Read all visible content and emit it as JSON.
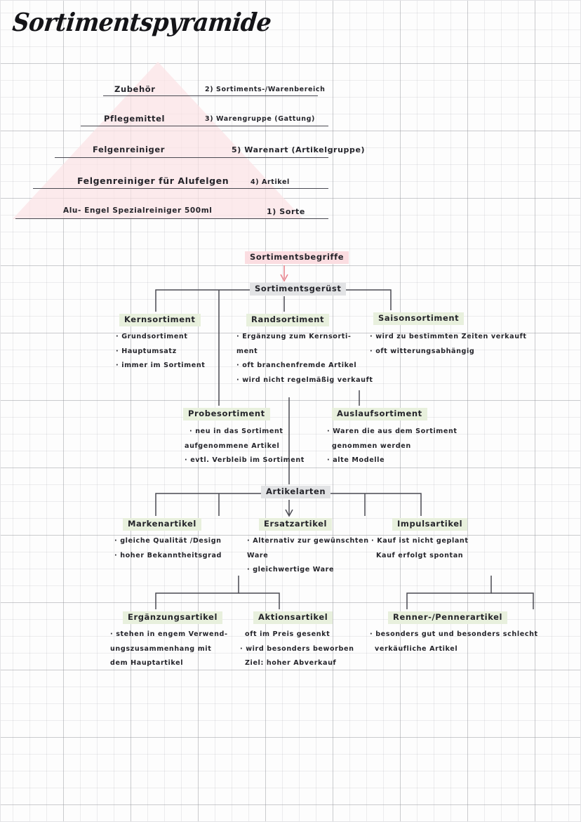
{
  "page": {
    "title": "Sortimentspyramide",
    "accent_pink": "#fbdde1",
    "accent_green": "#e8f0dd",
    "accent_gray": "#e2e3e5",
    "ink": "#24242a"
  },
  "pyramid": {
    "levels": [
      {
        "example": "Zubehör",
        "label": "2) Sortiments-/Warenbereich"
      },
      {
        "example": "Pflegemittel",
        "label": "3) Warengruppe  (Gattung)"
      },
      {
        "example": "Felgenreiniger",
        "label": "5)  Warenart (Artikelgruppe)"
      },
      {
        "example": "Felgenreiniger  für   Alufelgen",
        "label": "4) Artikel"
      },
      {
        "example": "Alu- Engel   Spezialreiniger    500ml",
        "label": "1) Sorte"
      }
    ]
  },
  "flow": {
    "root": "Sortimentsbegriffe",
    "level1": "Sortimentsgerüst",
    "artikelarten": "Artikelarten",
    "nodes": [
      {
        "title": "Kernsortiment",
        "bullets": [
          {
            "text": "Grundsortiment",
            "dot": true
          },
          {
            "text": "Hauptumsatz",
            "dot": true
          },
          {
            "text": "immer  im  Sortiment",
            "dot": true
          }
        ]
      },
      {
        "title": "Randsortiment",
        "bullets": [
          {
            "text": "Ergänzung   zum  Kernsorti-",
            "dot": true
          },
          {
            "text": "ment",
            "dot": false
          },
          {
            "text": "oft  branchenfremde  Artikel",
            "dot": true
          },
          {
            "text": "wird nicht regelmäßig verkauft",
            "dot": true
          }
        ]
      },
      {
        "title": "Saisonsortiment",
        "bullets": [
          {
            "text": "wird  zu  bestimmten  Zeiten     verkauft",
            "dot": true
          },
          {
            "text": "oft  witterungsabhängig",
            "dot": true
          }
        ]
      },
      {
        "title": "Probesortiment",
        "bullets": [
          {
            "text": "neu  in das   Sortiment",
            "dot": true
          },
          {
            "text": "aufgenommene   Artikel",
            "dot": false
          },
          {
            "text": "evtl. Verbleib im  Sortiment",
            "dot": true
          }
        ]
      },
      {
        "title": "Auslaufsortiment",
        "bullets": [
          {
            "text": "Waren die  aus  dem   Sortiment",
            "dot": true
          },
          {
            "text": "genommen    werden",
            "dot": false
          },
          {
            "text": "alte  Modelle",
            "dot": true
          }
        ]
      },
      {
        "title": "Markenartikel",
        "bullets": [
          {
            "text": "gleiche  Qualität /Design",
            "dot": true
          },
          {
            "text": "hoher   Bekanntheitsgrad",
            "dot": true
          }
        ]
      },
      {
        "title": "Ersatzartikel",
        "bullets": [
          {
            "text": "Alternativ   zur  gewünschten",
            "dot": true
          },
          {
            "text": "Ware",
            "dot": false
          },
          {
            "text": "gleichwertige   Ware",
            "dot": true
          }
        ]
      },
      {
        "title": "Impulsartikel",
        "bullets": [
          {
            "text": "Kauf  ist   nicht  geplant",
            "dot": true
          },
          {
            "text": "Kauf  erfolgt   spontan",
            "dot": false
          }
        ]
      },
      {
        "title": "Ergänzungsartikel",
        "bullets": [
          {
            "text": "stehen  in  engem  Verwend-",
            "dot": true
          },
          {
            "text": "ungszusammenhang    mit",
            "dot": false
          },
          {
            "text": "dem    Hauptartikel",
            "dot": false
          }
        ]
      },
      {
        "title": "Aktionsartikel",
        "bullets": [
          {
            "text": "oft im  Preis  gesenkt",
            "dot": false
          },
          {
            "text": "wird   besonders  beworben",
            "dot": true
          },
          {
            "text": "Ziel: hoher  Abverkauf",
            "dot": false
          }
        ]
      },
      {
        "title": "Renner-/Pennerartikel",
        "bullets": [
          {
            "text": "besonders  gut  und  besonders     schlecht",
            "dot": true
          },
          {
            "text": "verkäufliche   Artikel",
            "dot": false
          }
        ]
      }
    ]
  }
}
